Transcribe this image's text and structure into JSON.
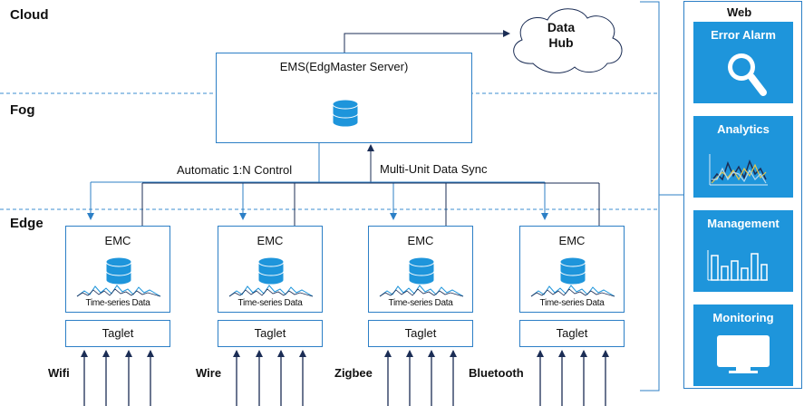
{
  "tiers": {
    "cloud": "Cloud",
    "fog": "Fog",
    "edge": "Edge"
  },
  "data_hub": {
    "line1": "Data",
    "line2": "Hub"
  },
  "ems": {
    "label": "EMS(EdgMaster Server)",
    "icon": "database-icon"
  },
  "flows": {
    "control": "Automatic 1:N Control",
    "sync": "Multi-Unit Data Sync"
  },
  "emc_units": [
    {
      "label": "EMC",
      "series_label": "Time-series Data",
      "taglet": "Taglet",
      "protocol": "Wifi"
    },
    {
      "label": "EMC",
      "series_label": "Time-series Data",
      "taglet": "Taglet",
      "protocol": "Wire"
    },
    {
      "label": "EMC",
      "series_label": "Time-series Data",
      "taglet": "Taglet",
      "protocol": "Zigbee"
    },
    {
      "label": "EMC",
      "series_label": "Time-series Data",
      "taglet": "Taglet",
      "protocol": "Bluetooth"
    }
  ],
  "web": {
    "title": "Web",
    "panels": [
      {
        "label": "Error Alarm",
        "icon": "magnifier-icon"
      },
      {
        "label": "Analytics",
        "icon": "line-chart-icon"
      },
      {
        "label": "Management",
        "icon": "bar-chart-icon"
      },
      {
        "label": "Monitoring",
        "icon": "monitor-icon"
      }
    ]
  },
  "colors": {
    "accent": "#2c7fc6",
    "panel": "#1e95db",
    "arrow": "#1b2d55",
    "divider": "#3b8ed0"
  }
}
